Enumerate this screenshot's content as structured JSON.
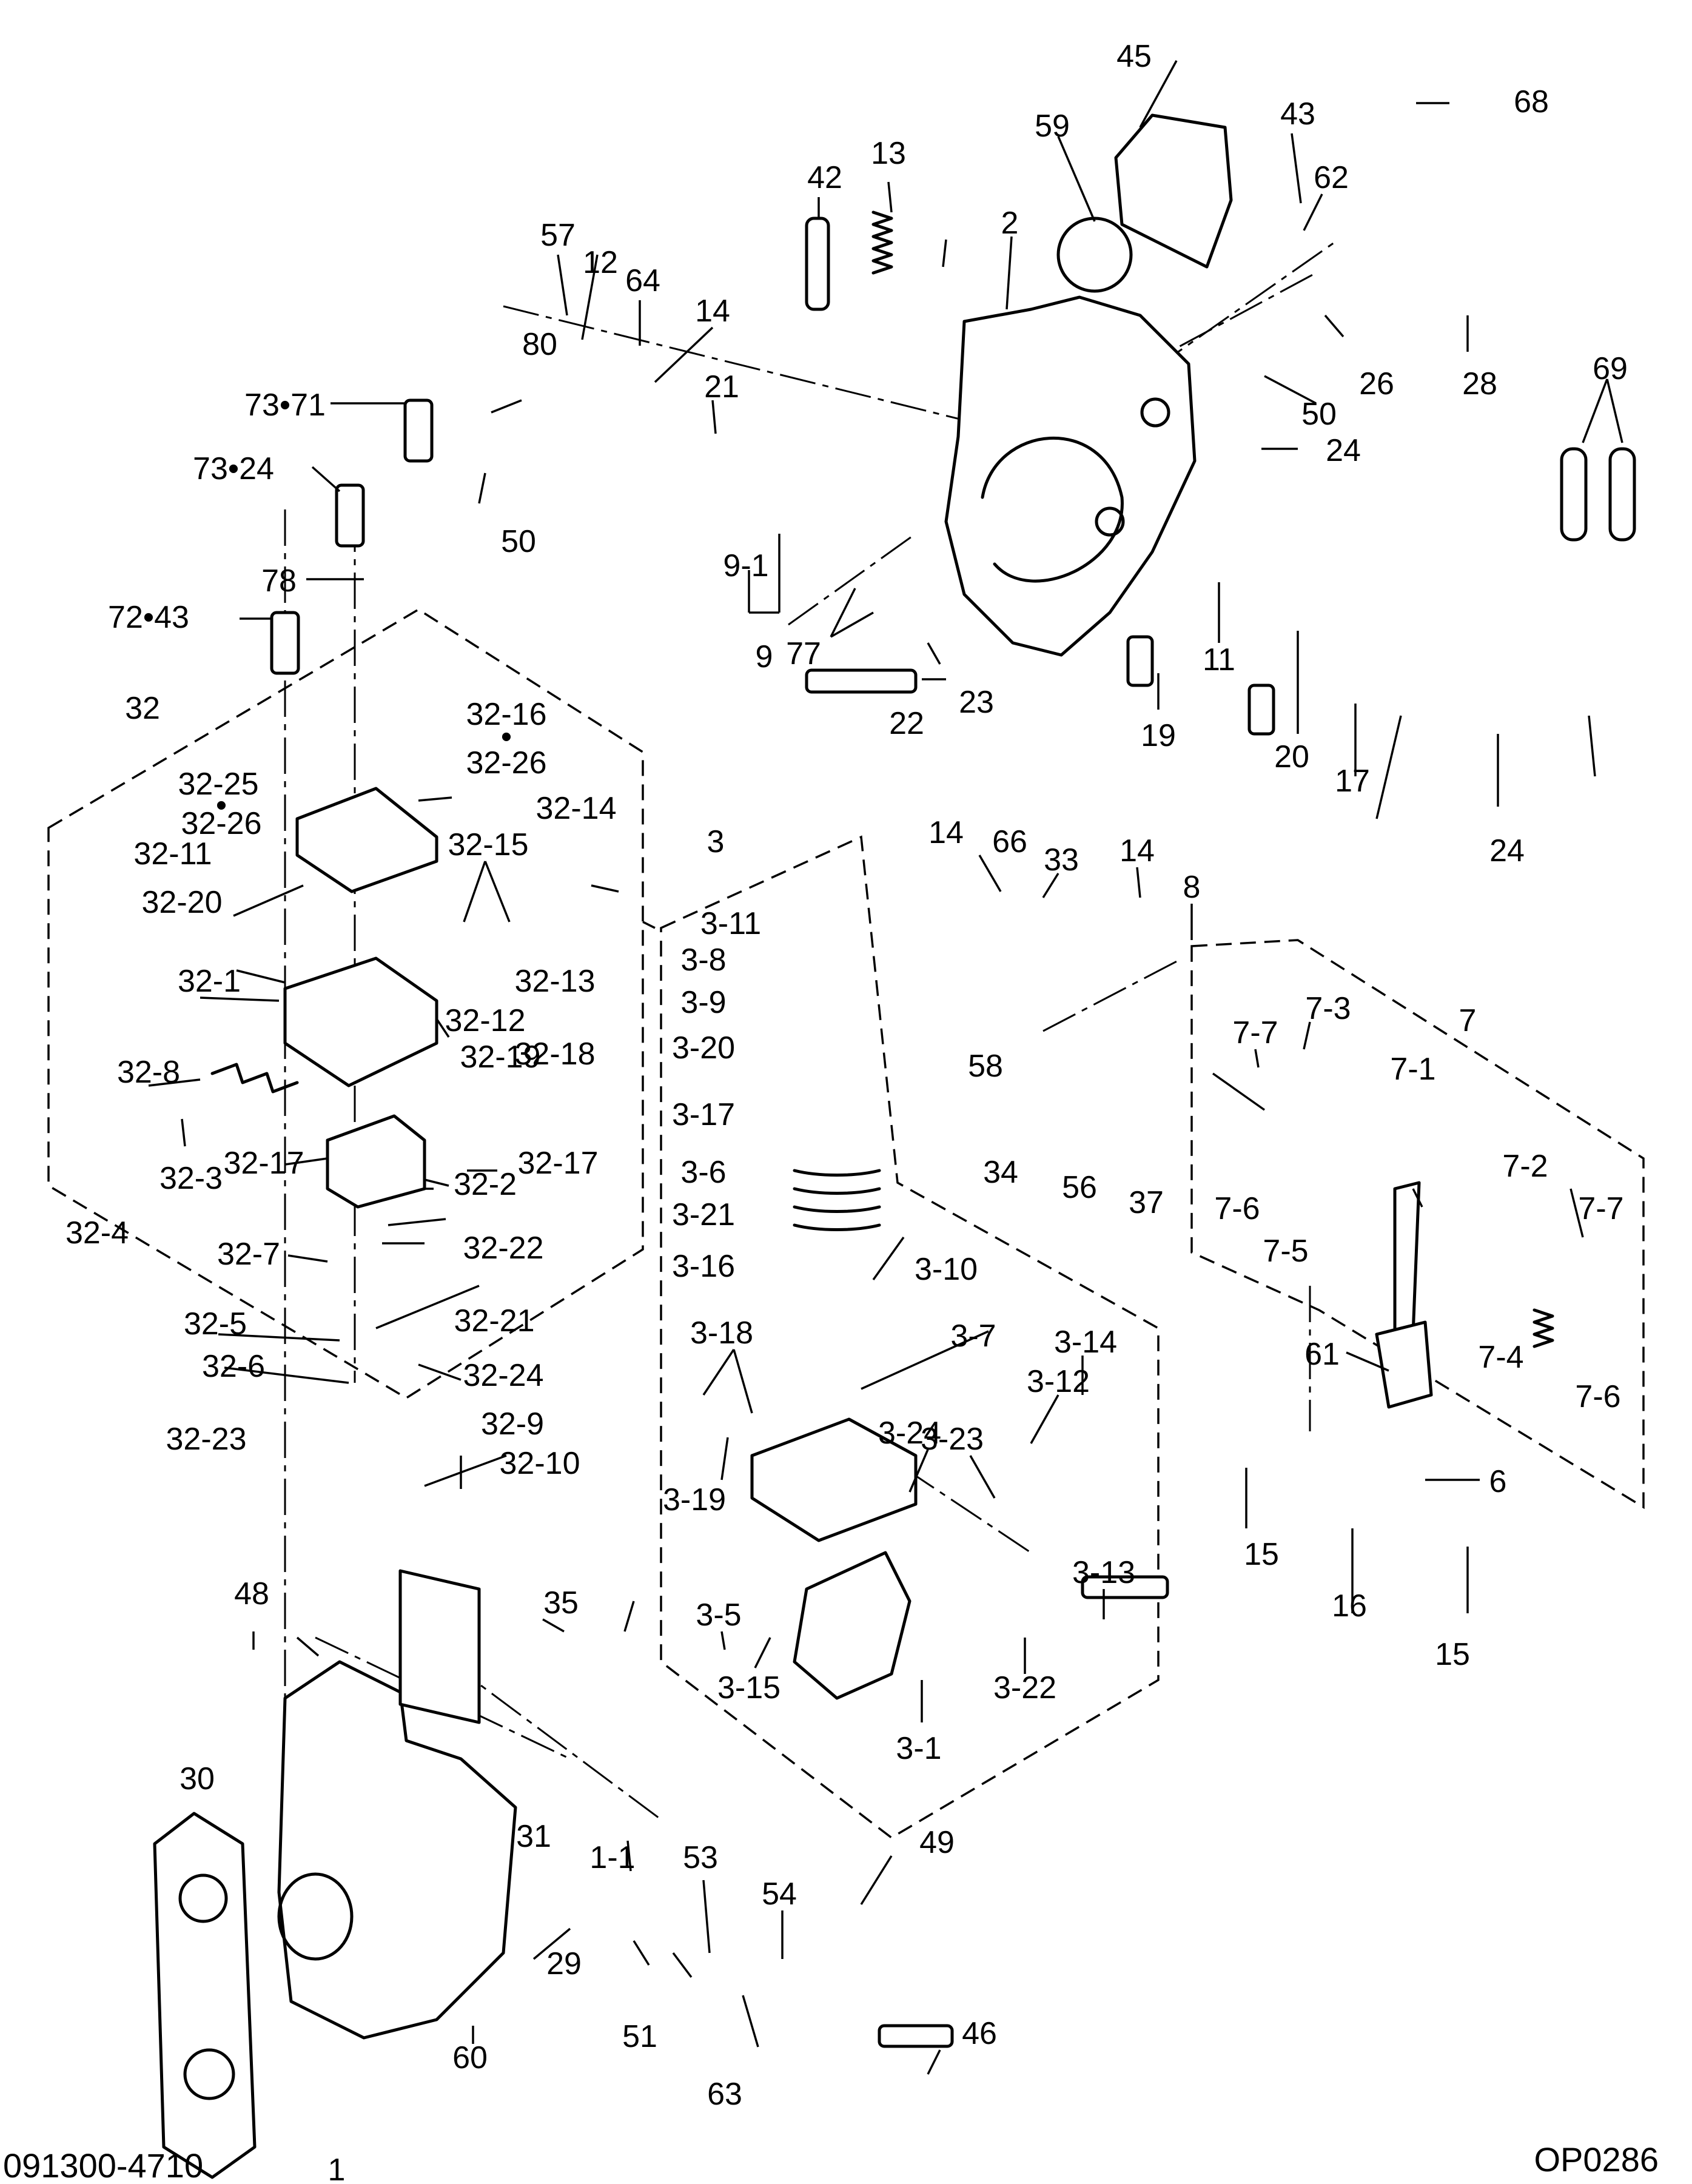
{
  "figure_id": "091300-4710",
  "figure_code": "OP0286",
  "labels": {
    "l1": "1",
    "l1_1": "1-1",
    "l2": "2",
    "l3": "3",
    "l3_1": "3-1",
    "l3_5": "3-5",
    "l3_6": "3-6",
    "l3_7": "3-7",
    "l3_8": "3-8",
    "l3_9": "3-9",
    "l3_10": "3-10",
    "l3_11": "3-11",
    "l3_12": "3-12",
    "l3_13": "3-13",
    "l3_14": "3-14",
    "l3_15": "3-15",
    "l3_16": "3-16",
    "l3_17": "3-17",
    "l3_18": "3-18",
    "l3_19": "3-19",
    "l3_20": "3-20",
    "l3_21": "3-21",
    "l3_22": "3-22",
    "l3_23": "3-23",
    "l3_24": "3-24",
    "l6": "6",
    "l7": "7",
    "l7_1": "7-1",
    "l7_2": "7-2",
    "l7_3": "7-3",
    "l7_4": "7-4",
    "l7_5": "7-5",
    "l7_6a": "7-6",
    "l7_6b": "7-6",
    "l7_7a": "7-7",
    "l7_7b": "7-7",
    "l8": "8",
    "l9": "9",
    "l9_1": "9-1",
    "l11": "11",
    "l12": "12",
    "l13": "13",
    "l14a": "14",
    "l14b": "14",
    "l14c": "14",
    "l15a": "15",
    "l15b": "15",
    "l16": "16",
    "l17": "17",
    "l19": "19",
    "l20": "20",
    "l21": "21",
    "l22": "22",
    "l23": "23",
    "l24a": "24",
    "l24b": "24",
    "l26": "26",
    "l28": "28",
    "l29": "29",
    "l30": "30",
    "l31": "31",
    "l32": "32",
    "l32_1": "32-1",
    "l32_2": "32-2",
    "l32_3": "32-3",
    "l32_4": "32-4",
    "l32_5": "32-5",
    "l32_6": "32-6",
    "l32_7": "32-7",
    "l32_8": "32-8",
    "l32_9": "32-9",
    "l32_10": "32-10",
    "l32_11": "32-11",
    "l32_12": "32-12",
    "l32_13": "32-13",
    "l32_14": "32-14",
    "l32_15": "32-15",
    "l32_16": "32-16",
    "l32_17a": "32-17",
    "l32_17b": "32-17",
    "l32_18": "32-18",
    "l32_19": "32-19",
    "l32_20": "32-20",
    "l32_21": "32-21",
    "l32_22": "32-22",
    "l32_23": "32-23",
    "l32_24": "32-24",
    "l32_25": "32-25",
    "l32_26a": "32-26",
    "l32_26b": "32-26",
    "l33": "33",
    "l34": "34",
    "l35": "35",
    "l37": "37",
    "l42": "42",
    "l43": "43",
    "l45": "45",
    "l46": "46",
    "l48": "48",
    "l49": "49",
    "l50a": "50",
    "l50b": "50",
    "l51": "51",
    "l53": "53",
    "l54": "54",
    "l56": "56",
    "l57": "57",
    "l58": "58",
    "l59": "59",
    "l60": "60",
    "l61": "61",
    "l62": "62",
    "l63": "63",
    "l64": "64",
    "l66": "66",
    "l68": "68",
    "l69": "69",
    "l72_43": "72•43",
    "l73_71": "73•71",
    "l73_24": "73•24",
    "l77": "77",
    "l78": "78",
    "l80": "80"
  }
}
